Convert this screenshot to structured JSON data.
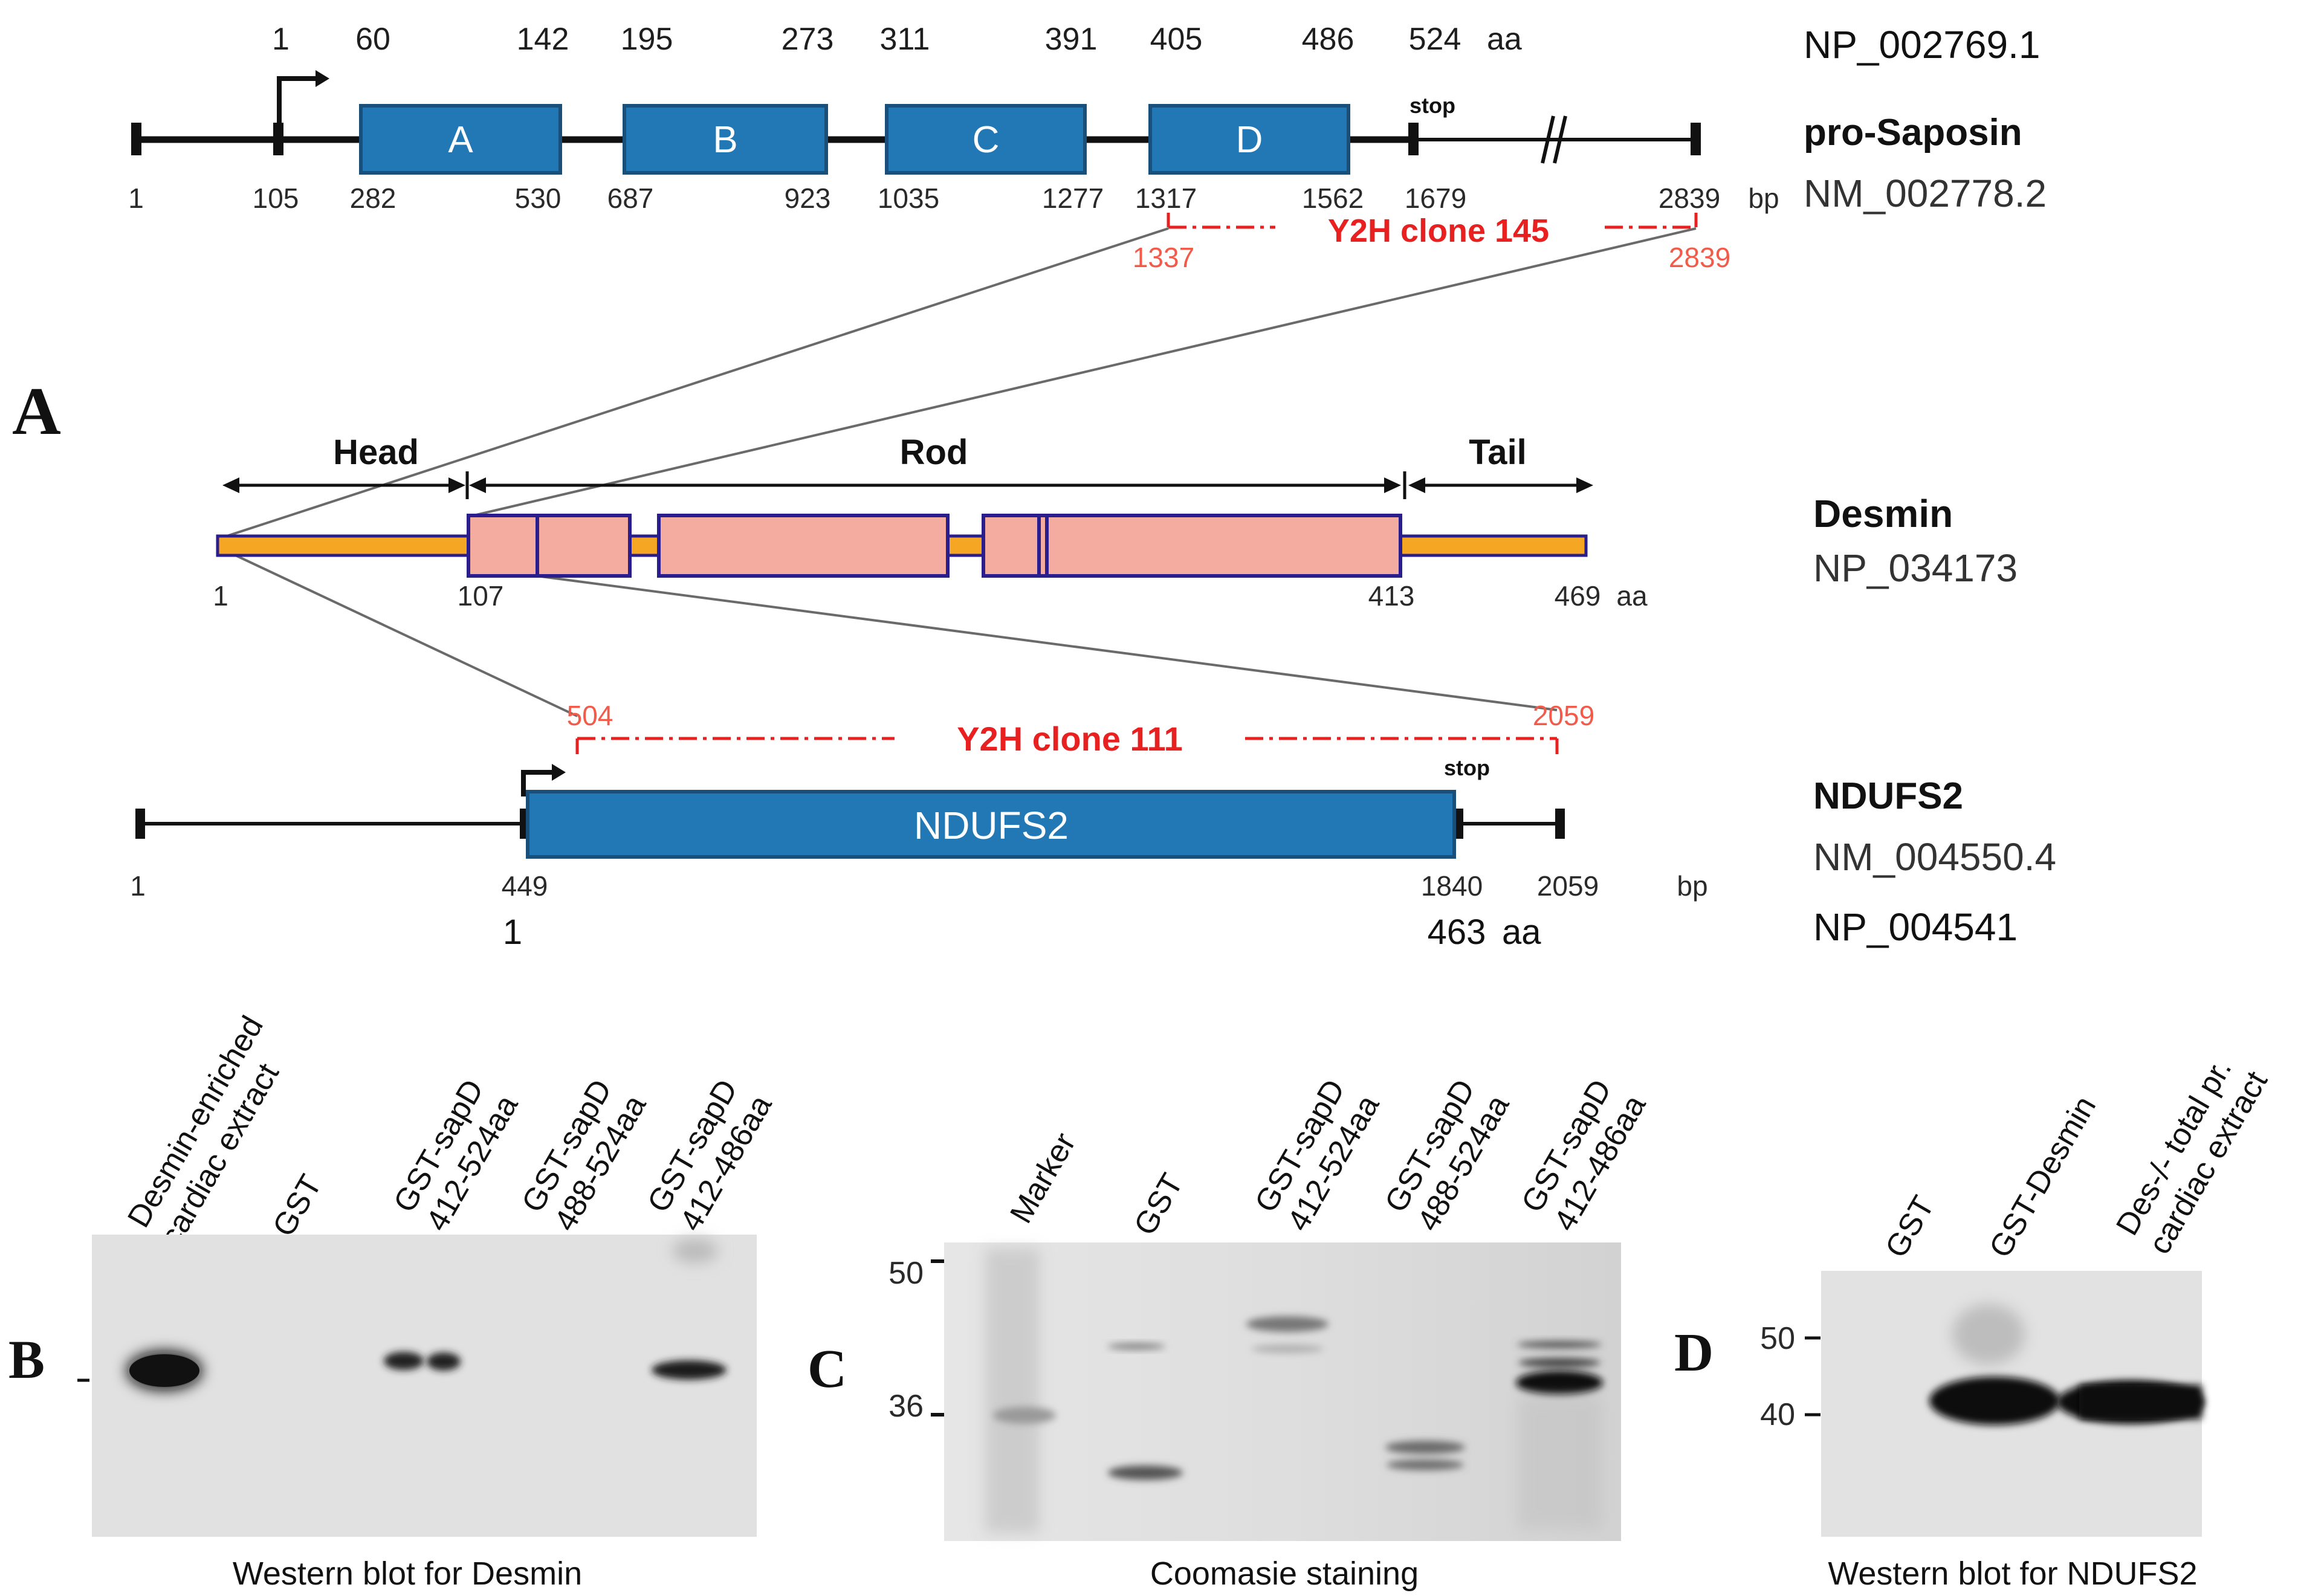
{
  "saposin": {
    "aa_numbers": [
      "1",
      "60",
      "142",
      "195",
      "273",
      "311",
      "391",
      "405",
      "486",
      "524"
    ],
    "aa_unit": "aa",
    "domains": [
      "A",
      "B",
      "C",
      "D"
    ],
    "stop": "stop",
    "bp_numbers": [
      "1",
      "105",
      "282",
      "530",
      "687",
      "923",
      "1035",
      "1277",
      "1317",
      "1562",
      "1679",
      "2839"
    ],
    "bp_unit": "bp",
    "protein_acc": "NP_002769.1",
    "name": "pro-Saposin",
    "mrna_acc": "NM_002778.2",
    "clone_label": "Y2H clone 145",
    "clone_start": "1337",
    "clone_end": "2839"
  },
  "desmin": {
    "regions": [
      "Head",
      "Rod",
      "Tail"
    ],
    "numbers": [
      "1",
      "107",
      "413",
      "469"
    ],
    "aa_unit": "aa",
    "name": "Desmin",
    "acc": "NP_034173"
  },
  "ndufs2": {
    "clone_start": "504",
    "clone_end": "2059",
    "clone_label": "Y2H clone 111",
    "stop": "stop",
    "box_label": "NDUFS2",
    "bp_numbers": [
      "1",
      "449",
      "1840",
      "2059"
    ],
    "bp_unit": "bp",
    "aa_start": "1",
    "aa_end": "463",
    "aa_unit": "aa",
    "name": "NDUFS2",
    "mrna_acc": "NM_004550.4",
    "protein_acc": "NP_004541"
  },
  "panel_letters": {
    "a": "A",
    "b": "B",
    "c": "C",
    "d": "D"
  },
  "blot_b": {
    "lanes": [
      [
        "Desmin-enriched",
        "cardiac extract"
      ],
      [
        "GST"
      ],
      [
        "GST-sapD",
        "412-524aa"
      ],
      [
        "GST-sapD",
        "488-524aa"
      ],
      [
        "GST-sapD",
        "412-486aa"
      ]
    ],
    "caption": "Western blot for Desmin"
  },
  "blot_c": {
    "lanes": [
      [
        "Marker"
      ],
      [
        "GST"
      ],
      [
        "GST-sapD",
        "412-524aa"
      ],
      [
        "GST-sapD",
        "488-524aa"
      ],
      [
        "GST-sapD",
        "412-486aa"
      ]
    ],
    "markers": [
      "50",
      "36"
    ],
    "caption": "Coomasie staining"
  },
  "blot_d": {
    "lanes": [
      [
        "GST"
      ],
      [
        "GST-Desmin"
      ],
      [
        "Des-/- total pr.",
        "cardiac extract"
      ]
    ],
    "markers": [
      "50",
      "40"
    ],
    "caption": "Western blot for NDUFS2"
  },
  "colors": {
    "domain_blue": "#2178b4",
    "domain_edge": "#1a4f7a",
    "rod_pink": "#f4aba0",
    "rod_edge": "#2a1d8c",
    "backbone_orange": "#f5a623",
    "clone_red": "#e82020",
    "number_red": "#f25a4a"
  }
}
